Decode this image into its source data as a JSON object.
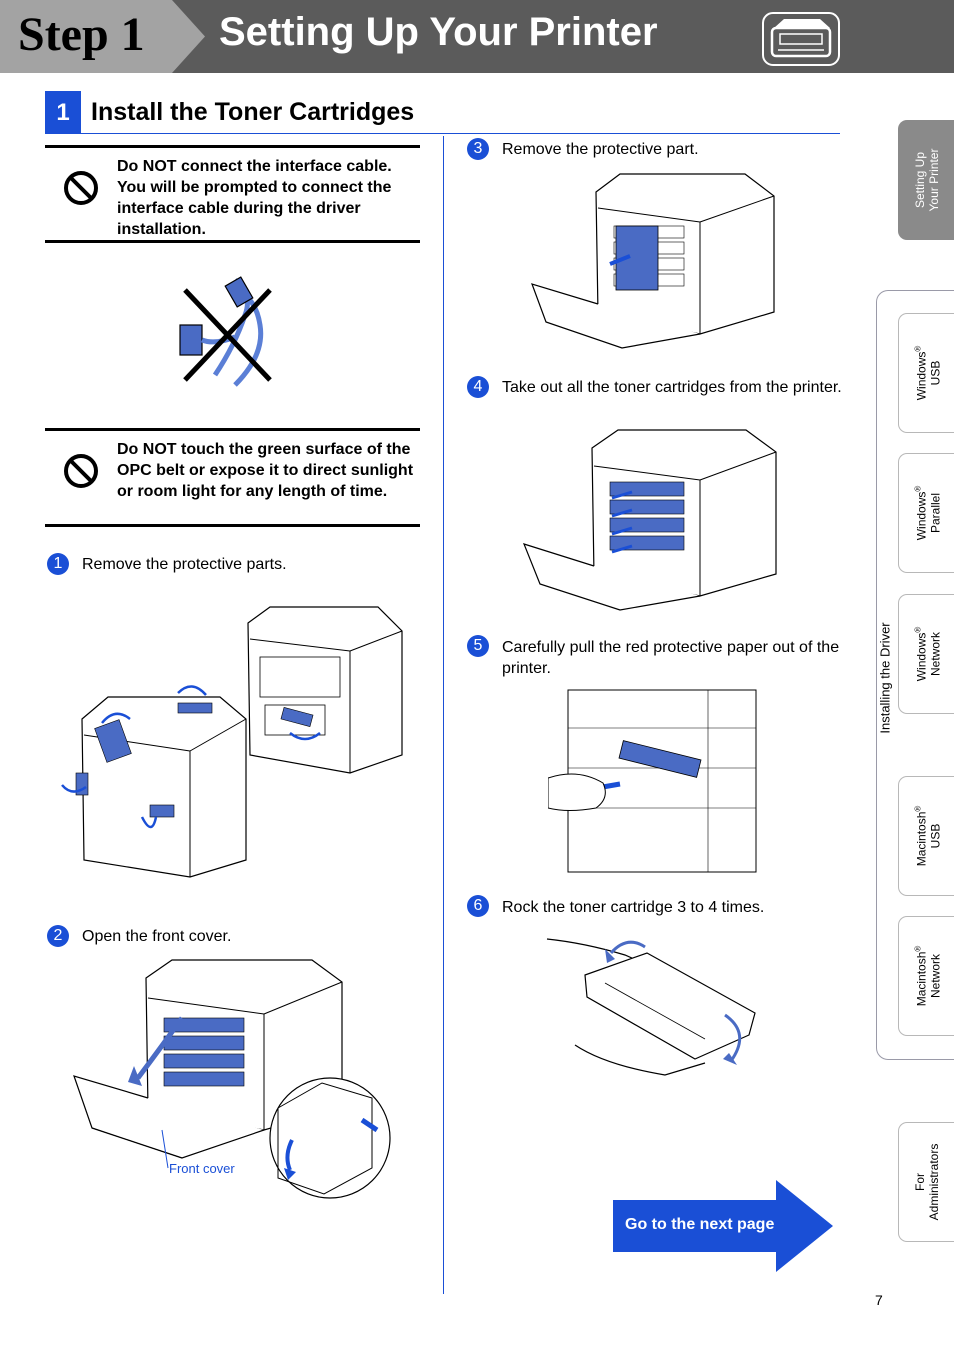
{
  "header": {
    "step_label": "Step 1",
    "title": "Setting Up Your Printer",
    "icon": "printer-icon",
    "bg_color": "#5b5b5b"
  },
  "section": {
    "number": "1",
    "title": "Install the Toner Cartridges",
    "accent_color": "#1a4fd6"
  },
  "warnings": [
    {
      "icon": "prohibited-icon",
      "text": "Do NOT connect the interface cable. You will be prompted to connect the interface cable during the driver installation."
    },
    {
      "icon": "prohibited-icon",
      "text": "Do NOT touch the green surface of the OPC belt or expose it to direct sunlight or room light for any length of time."
    }
  ],
  "steps": [
    {
      "num": "1",
      "text": "Remove the protective parts."
    },
    {
      "num": "2",
      "text": "Open the front cover.",
      "callout": "Front cover"
    },
    {
      "num": "3",
      "text": "Remove the protective part."
    },
    {
      "num": "4",
      "text": "Take out all the toner cartridges from the printer."
    },
    {
      "num": "5",
      "text": "Carefully pull the red protective paper out of the printer."
    },
    {
      "num": "6",
      "text": "Rock the toner cartridge 3 to 4 times."
    }
  ],
  "side_tabs": {
    "setup": {
      "line1": "Setting Up",
      "line2": "Your Printer"
    },
    "driver_group_label": "Installing the Driver",
    "win_usb": {
      "line1": "Windows",
      "sup": "®",
      "line2": "USB"
    },
    "win_parallel": {
      "line1": "Windows",
      "sup": "®",
      "line2": "Parallel"
    },
    "win_network": {
      "line1": "Windows",
      "sup": "®",
      "line2": "Network"
    },
    "mac_usb": {
      "line1": "Macintosh",
      "sup": "®",
      "line2": "USB"
    },
    "mac_network": {
      "line1": "Macintosh",
      "sup": "®",
      "line2": "Network"
    },
    "admin": {
      "line1": "For",
      "line2": "Administrators"
    }
  },
  "footer": {
    "next_page": "Go to the next page",
    "page_number": "7"
  }
}
